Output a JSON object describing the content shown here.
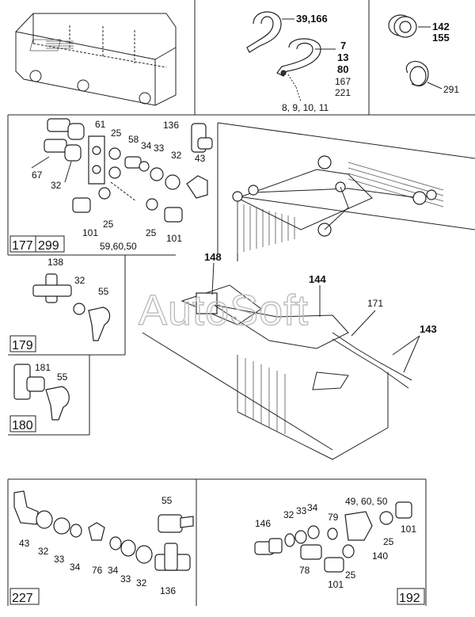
{
  "watermark": "AutoSoft",
  "callouts": {
    "ring_a": "39,166",
    "clip_a": "7",
    "clip_b": "13",
    "clip_c": "80",
    "clip_d": "167",
    "clip_e": "221",
    "clip_list": "8, 9, 10, 11",
    "grommet_a": "142",
    "grommet_b": "155",
    "clamp": "291",
    "p61": "61",
    "p25a": "25",
    "p58": "58",
    "p34a": "34",
    "p33a": "33",
    "p136a": "136",
    "p32a": "32",
    "p43a": "43",
    "p67": "67",
    "p32b": "32",
    "p25b": "25",
    "p25c": "25",
    "p101a": "101",
    "p101b": "101",
    "p_group": "59,60,50",
    "p148": "148",
    "p144": "144",
    "p171": "171",
    "p143": "143",
    "p138": "138",
    "p32c": "32",
    "p55a": "55",
    "p181": "181",
    "p55b": "55",
    "p55c": "55",
    "p43b": "43",
    "p32d": "32",
    "p33b": "33",
    "p34b": "34",
    "p76": "76",
    "p34c": "34",
    "p33c": "33",
    "p32e": "32",
    "p136b": "136",
    "p146": "146",
    "p32f": "32",
    "p33d": "33",
    "p34d": "34",
    "p79": "79",
    "p_group2": "49, 60, 50",
    "p101c": "101",
    "p25d": "25",
    "p78": "78",
    "p140": "140",
    "p25e": "25",
    "p101d": "101"
  },
  "section_numbers": {
    "s177": "177",
    "s299": "299",
    "s179": "179",
    "s180": "180",
    "s227": "227",
    "s192": "192"
  }
}
